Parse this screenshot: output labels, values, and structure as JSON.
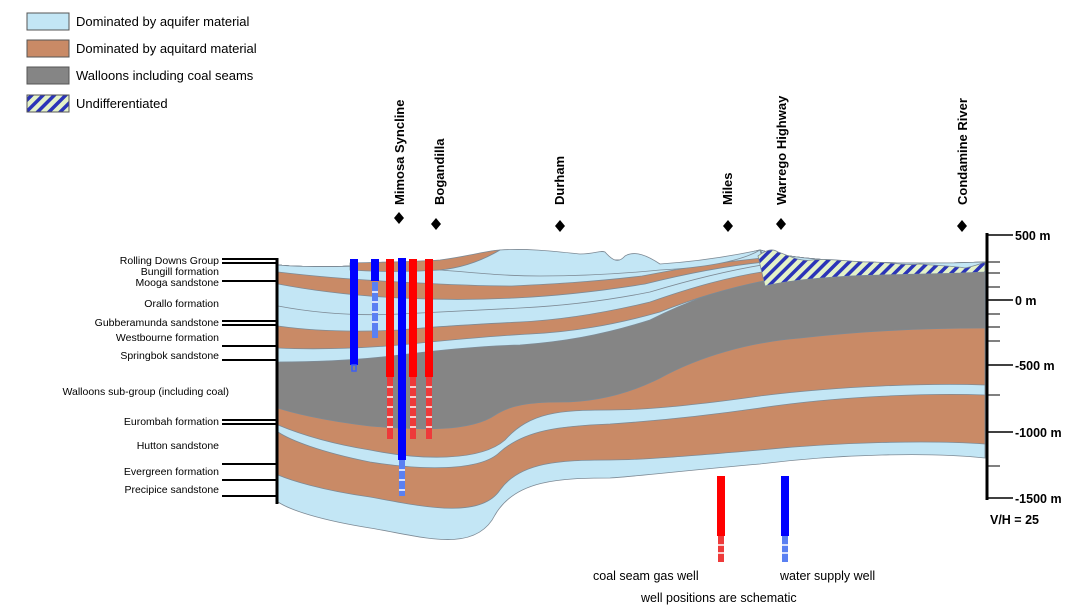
{
  "colors": {
    "aquifer": "#c3e6f5",
    "aquitard": "#c98a66",
    "walloons": "#858585",
    "undiff_hatch": "#2b34b8",
    "undiff_bg": "#e4f2c8",
    "gas_well": "#ff0000",
    "water_well": "#0000ff",
    "outline": "#7d8a95"
  },
  "legend": [
    {
      "id": "aquifer",
      "label": "Dominated by aquifer material"
    },
    {
      "id": "aquitard",
      "label": "Dominated by aquitard material"
    },
    {
      "id": "walloons",
      "label": "Walloons including coal seams"
    },
    {
      "id": "undiff",
      "label": "Undifferentiated"
    }
  ],
  "formations": [
    "Rolling Downs Group",
    "Bungill formation",
    "Mooga sandstone",
    "Orallo formation",
    "Gubberamunda sandstone",
    "Westbourne formation",
    "Springbok sandstone",
    "Walloons sub-group (including coal)",
    "Eurombah formation",
    "Hutton sandstone",
    "Evergreen formation",
    "Precipice sandstone"
  ],
  "locations": [
    "Mimosa Syncline",
    "Bogandilla",
    "Durham",
    "Miles",
    "Warrego Highway",
    "Condamine River"
  ],
  "depth_axis": {
    "ticks": [
      "500 m",
      "0 m",
      "-500 m",
      "-1000 m",
      "-1500 m"
    ],
    "ratio": "V/H = 25"
  },
  "key": {
    "gas_label": "coal seam gas well",
    "water_label": "water supply well",
    "note": "well positions are schematic"
  }
}
